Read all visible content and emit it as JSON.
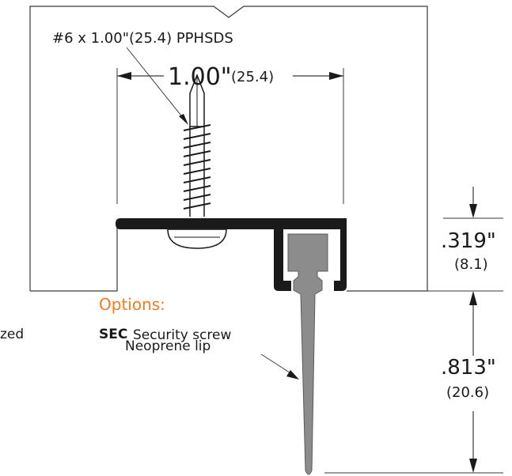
{
  "screw_label": "#6 x 1.00\"(25.4) PPHSDS",
  "width_dimension": {
    "inches": "1.00\"",
    "mm": "(25.4)"
  },
  "height_upper": {
    "inches": ".319\"",
    "mm": "(8.1)"
  },
  "height_lower": {
    "inches": ".813\"",
    "mm": "(20.6)"
  },
  "options_heading": "Options:",
  "options_left_fragment": "zed",
  "option_sec": {
    "code": "SEC",
    "description": "Security screw"
  },
  "lip_label": "Neoprene lip",
  "colors": {
    "accent_orange": "#f47a20",
    "profile_black": "#1a1a1a",
    "neoprene_gray": "#8c8c8c",
    "outline": "#3a3a3a"
  }
}
